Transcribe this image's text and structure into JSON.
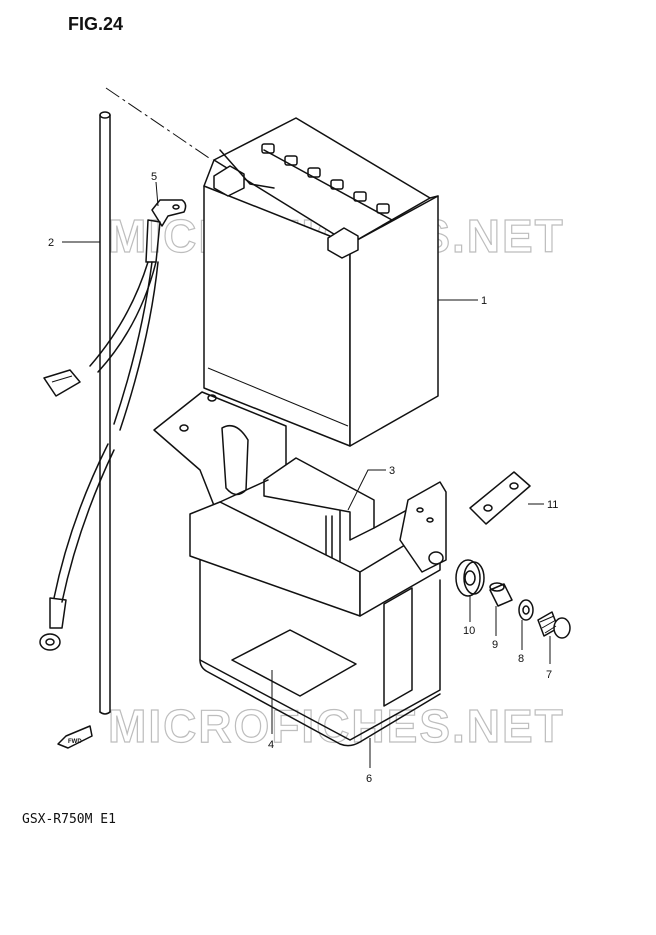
{
  "figure": {
    "title": "FIG.24",
    "model": "GSX-R750M E1",
    "watermark": "MICROFICHES.NET",
    "fwd_label": "FWD"
  },
  "callouts": [
    "1",
    "2",
    "3",
    "4",
    "5",
    "6",
    "7",
    "8",
    "9",
    "10",
    "11"
  ],
  "colors": {
    "line": "#111111",
    "watermark": "#bdbdbd",
    "background": "#ffffff"
  }
}
